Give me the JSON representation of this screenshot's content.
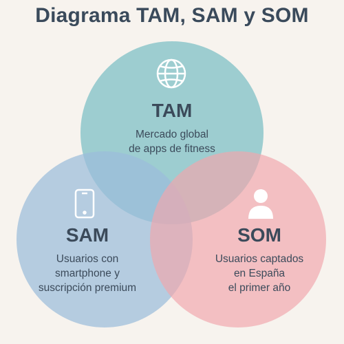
{
  "title": "Diagrama TAM, SAM y SOM",
  "colors": {
    "background": "#f7f3ee",
    "tam": "#7fc0c6",
    "sam": "#9bbcdb",
    "som": "#f0a7ad",
    "text": "#3b4a5a"
  },
  "tam": {
    "label": "TAM",
    "icon": "globe-icon",
    "lines": [
      "Mercado global",
      "de apps de fitness"
    ]
  },
  "sam": {
    "label": "SAM",
    "icon": "smartphone-icon",
    "lines": [
      "Usuarios con",
      "smartphone y",
      "suscripción premium"
    ]
  },
  "som": {
    "label": "SOM",
    "icon": "user-icon",
    "lines": [
      "Usuarios captados",
      "en España",
      "el primer año"
    ]
  }
}
